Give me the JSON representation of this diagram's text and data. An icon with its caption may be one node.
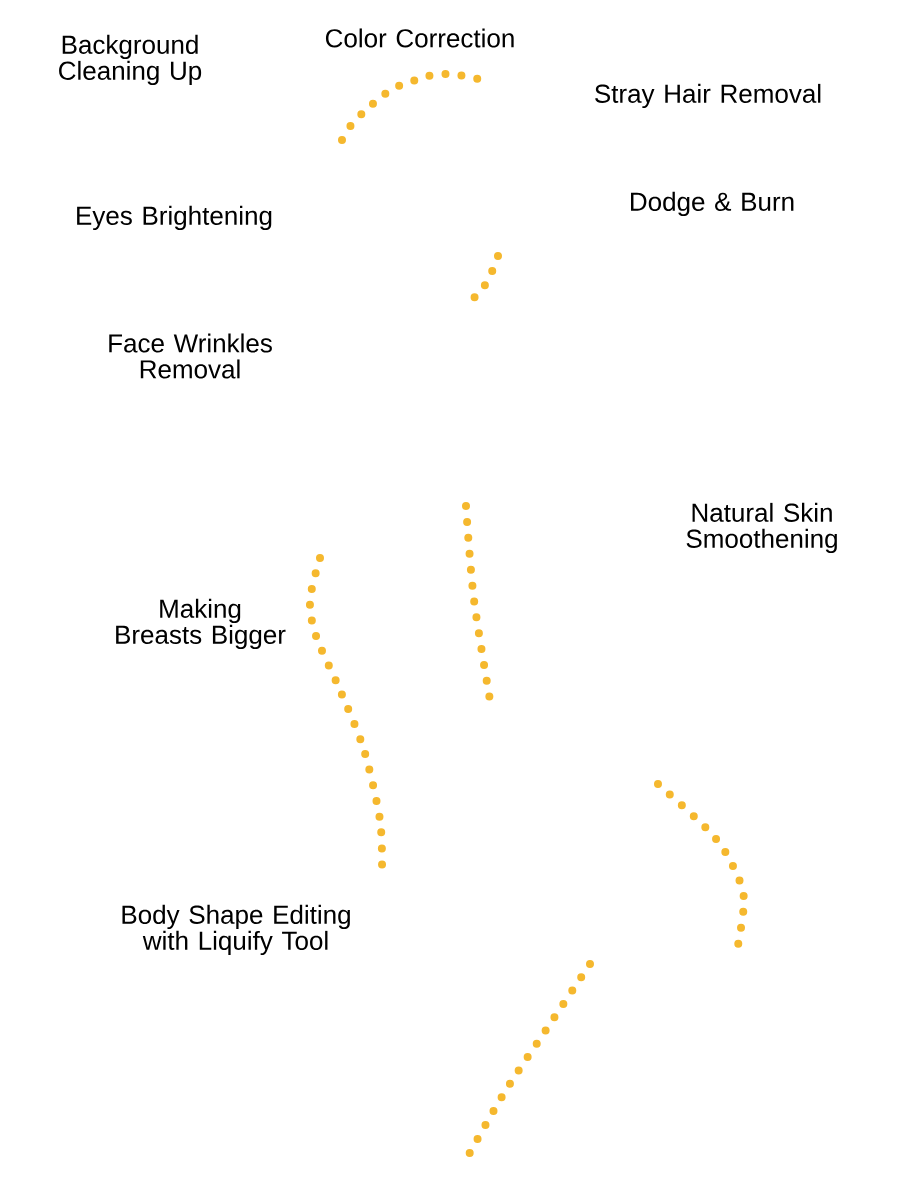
{
  "diagram": {
    "labels": [
      "Background Cleaning Up",
      "Color Correction",
      "Stray Hair Removal",
      "Eyes Brightening",
      "Dodge & Burn",
      "Face Wrinkles Removal",
      "Natural Skin Smoothening",
      "Making Breasts Bigger",
      "Body Shape Editing with Liquify Tool"
    ]
  }
}
